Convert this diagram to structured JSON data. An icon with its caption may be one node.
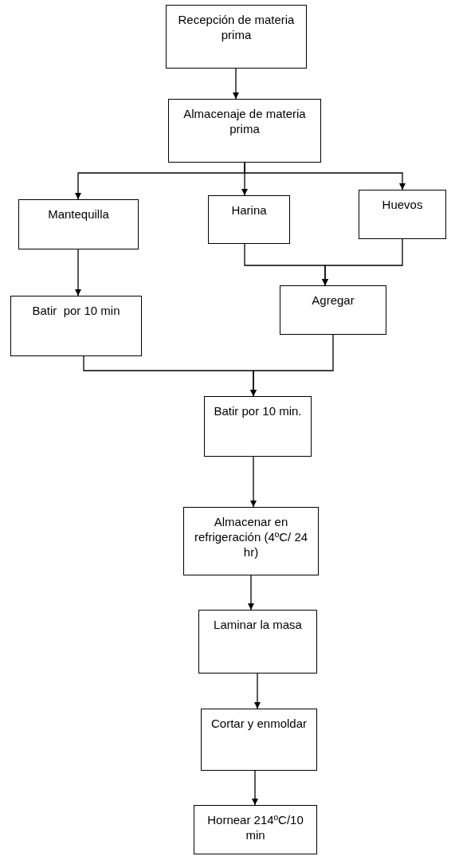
{
  "diagram": {
    "nodes": [
      {
        "text": [
          "Recepción de materia prima"
        ]
      },
      {
        "text": [
          "Almacenaje de materia prima"
        ]
      },
      {
        "text": [
          "Mantequilla"
        ]
      },
      {
        "text": [
          "Harina"
        ]
      },
      {
        "text": [
          "Huevos"
        ]
      },
      {
        "text": [
          "Batir  por 10 min"
        ]
      },
      {
        "text": [
          "Agregar"
        ]
      },
      {
        "text": [
          "Batir por 10 min."
        ]
      },
      {
        "text": [
          "Almacenar en refrigeración (4ºC/ 24 hr)"
        ]
      },
      {
        "text": [
          "Laminar la masa"
        ]
      },
      {
        "text": [
          "Cortar y enmoldar"
        ]
      },
      {
        "text": [
          "Hornear 214ºC/10 min"
        ]
      }
    ],
    "edges": [
      {
        "from": 0,
        "to": 1,
        "arrow": "to"
      },
      {
        "from": 1,
        "to": 2,
        "arrow": "to"
      },
      {
        "from": 1,
        "to": 3,
        "arrow": "to"
      },
      {
        "from": 1,
        "to": 4,
        "arrow": "to"
      },
      {
        "from": 2,
        "to": 5,
        "arrow": "to"
      },
      {
        "from": 3,
        "to": 6,
        "arrow": "to"
      },
      {
        "from": 4,
        "to": 6,
        "arrow": "to"
      },
      {
        "from": 5,
        "to": 7,
        "arrow": "to"
      },
      {
        "from": 6,
        "to": 7,
        "arrow": "to"
      },
      {
        "from": 7,
        "to": 8,
        "arrow": "to"
      },
      {
        "from": 8,
        "to": 9,
        "arrow": "to"
      },
      {
        "from": 9,
        "to": 10,
        "arrow": "to"
      },
      {
        "from": 10,
        "to": 11,
        "arrow": "to"
      }
    ]
  }
}
